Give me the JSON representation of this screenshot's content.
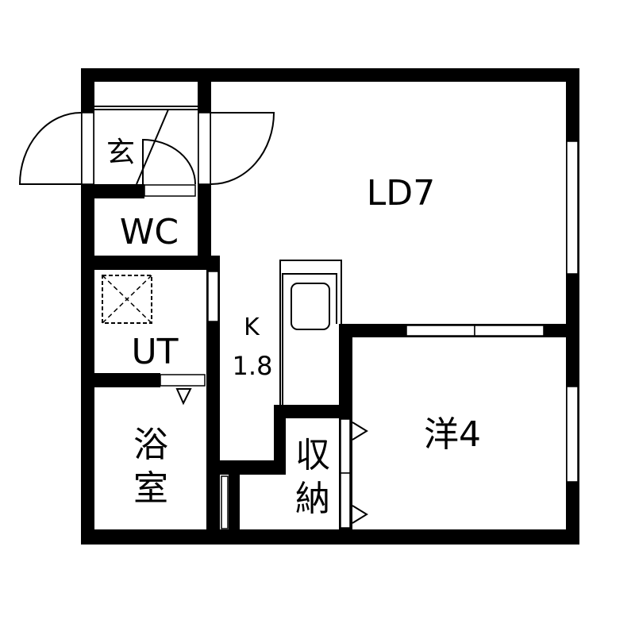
{
  "colors": {
    "wall": "#000000",
    "background": "#ffffff"
  },
  "rooms": {
    "entrance": "玄",
    "wc": "WC",
    "utility": "UT",
    "kitchen_name": "K",
    "kitchen_size": "1.8",
    "living_dining": "LD7",
    "western_room": "洋4",
    "bath_line1": "浴",
    "bath_line2": "室",
    "storage_line1": "収",
    "storage_line2": "納"
  }
}
